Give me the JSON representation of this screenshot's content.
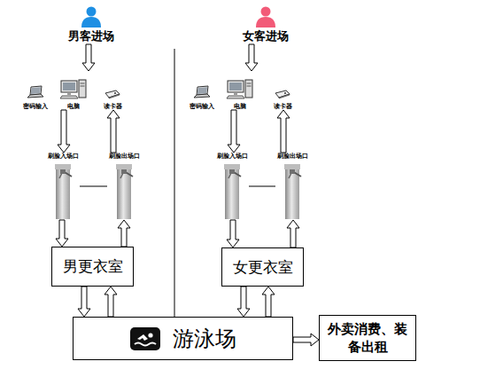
{
  "diagram": {
    "nodes": [
      {
        "text": [
          "男客进场"
        ]
      },
      {
        "text": [
          "密码输入"
        ]
      },
      {
        "text": [
          "电脑"
        ]
      },
      {
        "text": [
          "读卡器"
        ]
      },
      {
        "text": [
          "刷脸入场口"
        ]
      },
      {
        "text": [
          "刷脸出场口"
        ]
      },
      {
        "text": [
          "男更衣室"
        ]
      },
      {
        "text": [
          "女客进场"
        ]
      },
      {
        "text": [
          "密码输入"
        ]
      },
      {
        "text": [
          "电脑"
        ]
      },
      {
        "text": [
          "读卡器"
        ]
      },
      {
        "text": [
          "刷脸入场口"
        ]
      },
      {
        "text": [
          "刷脸出场口"
        ]
      },
      {
        "text": [
          "女更衣室"
        ]
      },
      {
        "text": [
          "游泳场"
        ]
      },
      {
        "text": [
          "外卖消费、装备出租"
        ]
      }
    ],
    "edges": [
      {
        "from": 0,
        "to": 2,
        "arrow": "to"
      },
      {
        "from": 2,
        "to": 4,
        "arrow": "to"
      },
      {
        "from": 5,
        "to": 3,
        "arrow": "to"
      },
      {
        "from": 4,
        "to": 5,
        "arrow": "none"
      },
      {
        "from": 4,
        "to": 6,
        "arrow": "to"
      },
      {
        "from": 6,
        "to": 5,
        "arrow": "to"
      },
      {
        "from": 6,
        "to": 14,
        "arrow": "to"
      },
      {
        "from": 14,
        "to": 6,
        "arrow": "to"
      },
      {
        "from": 7,
        "to": 9,
        "arrow": "to"
      },
      {
        "from": 9,
        "to": 11,
        "arrow": "to"
      },
      {
        "from": 12,
        "to": 10,
        "arrow": "to"
      },
      {
        "from": 11,
        "to": 12,
        "arrow": "none"
      },
      {
        "from": 11,
        "to": 13,
        "arrow": "to"
      },
      {
        "from": 13,
        "to": 12,
        "arrow": "to"
      },
      {
        "from": 13,
        "to": 14,
        "arrow": "to"
      },
      {
        "from": 14,
        "to": 13,
        "arrow": "to"
      },
      {
        "from": 14,
        "to": 15,
        "arrow": "to"
      }
    ]
  }
}
